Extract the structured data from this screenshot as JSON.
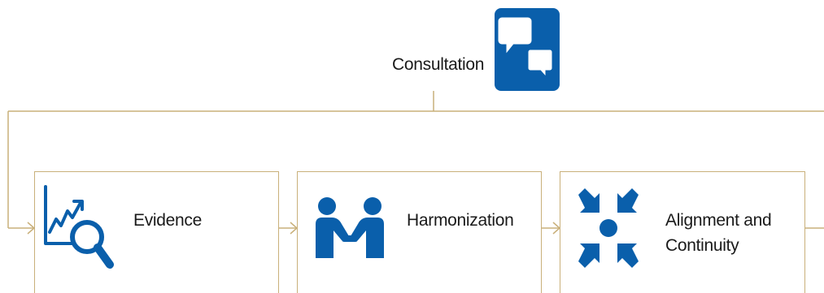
{
  "consultation": {
    "label": "Consultation",
    "icon": "speech-bubbles-icon"
  },
  "boxes": [
    {
      "label": "Evidence",
      "icon": "chart-magnifier-icon"
    },
    {
      "label": "Harmonization",
      "icon": "handshake-icon"
    },
    {
      "label": "Alignment  and\nContinuity",
      "icon": "converging-arrows-icon"
    }
  ],
  "colors": {
    "accent": "#0a5fab",
    "connector": "#c9b07a",
    "text": "#1a1a1a"
  }
}
